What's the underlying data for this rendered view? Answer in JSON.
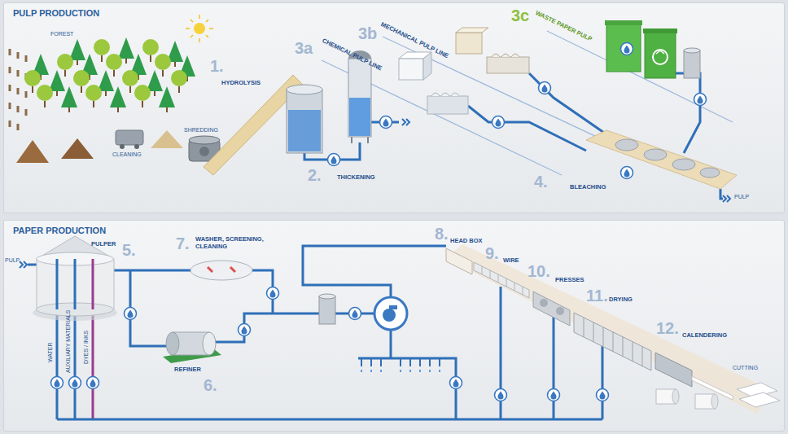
{
  "diagram": {
    "nodes": [
      {
        "text": [
          "PULP PRODUCTION"
        ]
      },
      {
        "text": [
          "PAPER PRODUCTION"
        ]
      }
    ],
    "labels": [
      "FOREST",
      "CLEANING",
      "SHREDDING",
      "1.",
      "HYDROLYSIS",
      "2.",
      "THICKENING",
      "3a",
      "CHEMICAL PULP LINE",
      "3b",
      "MECHANICAL PULP LINE",
      "3c",
      "WASTE PAPER PULP",
      "4.",
      "BLEACHING",
      "PULP",
      "PULP",
      "PULPER",
      "5.",
      "WATER",
      "AUXILIARY MATERIALS",
      "DYES / INKS",
      "7.",
      "WASHER, SCREENING, CLEANING",
      "REFINER",
      "6.",
      "8.",
      "HEAD BOX",
      "9.",
      "WIRE",
      "10.",
      "PRESSES",
      "11.",
      "DRYING",
      "12.",
      "CALENDERING",
      "CUTTING"
    ]
  }
}
